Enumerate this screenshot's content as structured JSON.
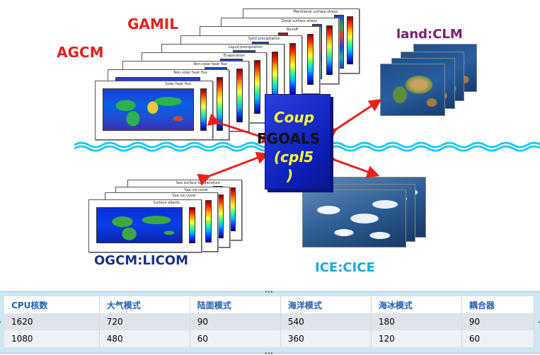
{
  "labels": {
    "gamil": "GAMIL",
    "agcm": "AGCM",
    "land": "land:CLM",
    "ocean": "OGCM:LICOM",
    "ice": "ICE:CICE",
    "coupler_l1": "Coup",
    "coupler_l2": "FGOALS",
    "coupler_l3": "(cpl5",
    "coupler_l4": ")"
  },
  "atmos_panels": [
    "Meridional surface stress",
    "Zonal surface stress",
    "Runoff",
    "Solid precipitation",
    "Liquid precipitation",
    "Evaporation",
    "Non-solar heat flux",
    "Solar heat flux"
  ],
  "ocean_panels": [
    "Sea surface temperature",
    "Sea ice cover",
    "Surface albedo"
  ],
  "colors": {
    "red_label": "#e8211c",
    "purple_label": "#7a1f6e",
    "ocean_label": "#1a2f8f",
    "ice_label": "#19a9e0",
    "arrow": "#e8211c",
    "coupler": "#0d1fb8",
    "coupler_text": "#ffff33",
    "wave": "#1ec8f0"
  },
  "table": {
    "headers": [
      "CPU核数",
      "大气模式",
      "陆面模式",
      "海洋模式",
      "海冰模式",
      "耦合器"
    ],
    "rows": [
      [
        "1620",
        "720",
        "90",
        "540",
        "180",
        "90"
      ],
      [
        "1080",
        "480",
        "60",
        "360",
        "120",
        "60"
      ]
    ]
  }
}
